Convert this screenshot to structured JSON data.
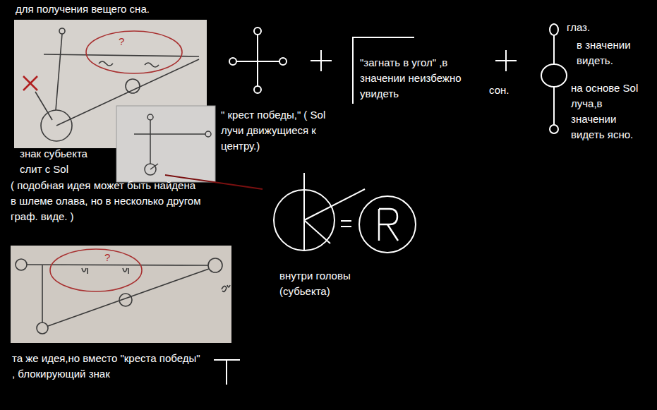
{
  "diagram": {
    "title": "для получения вещего сна.",
    "labels": [
      "?",
      "\" крест победы,\" ( Sol лучи движущиеся к центру.)",
      "\"загнать в угол\" ,в значении неизбежно увидеть",
      "сон.",
      "глаз.",
      "в значении видеть.",
      "на основе Sol луча,в значении видеть ясно.",
      "знак субьекта слит с Sol",
      "( подобная идея может быть найдена в шлеме олава, но в несколько другом граф. виде. )",
      "внутри головы (субьекта)",
      "?",
      "та же идея,но вместо \"креста победы\" , блокирующий знак"
    ]
  }
}
